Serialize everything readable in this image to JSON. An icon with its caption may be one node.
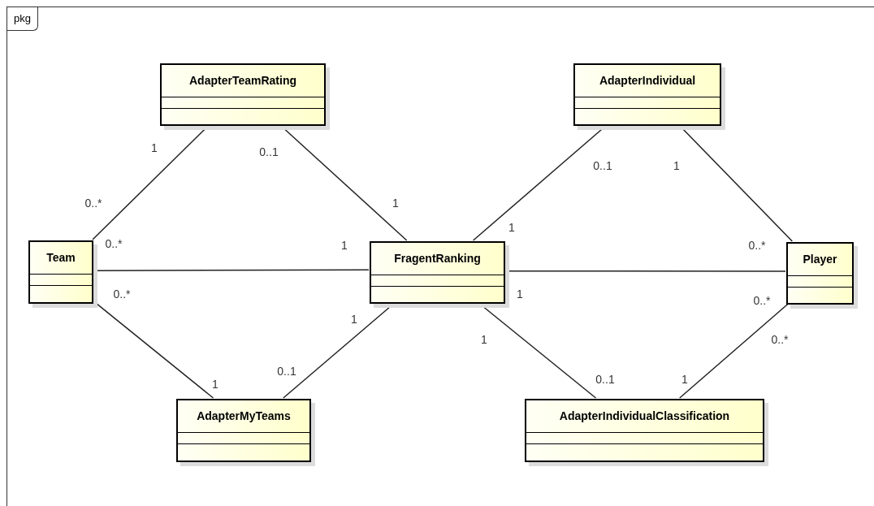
{
  "diagram": {
    "nodes": [
      {
        "text": [
          "pkg"
        ]
      },
      {
        "text": [
          "AdapterTeamRating"
        ],
        "in": 0
      },
      {
        "text": [
          "AdapterIndividual"
        ],
        "in": 0
      },
      {
        "text": [
          "Team"
        ],
        "in": 0
      },
      {
        "text": [
          "FragentRanking"
        ],
        "in": 0
      },
      {
        "text": [
          "Player"
        ],
        "in": 0
      },
      {
        "text": [
          "AdapterMyTeams"
        ],
        "in": 0
      },
      {
        "text": [
          "AdapterIndividualClassification"
        ],
        "in": 0
      }
    ],
    "edges": [
      {
        "from": 3,
        "to": 1,
        "arrow": "none"
      },
      {
        "from": 1,
        "to": 4,
        "arrow": "none"
      },
      {
        "from": 4,
        "to": 2,
        "arrow": "none"
      },
      {
        "from": 2,
        "to": 5,
        "arrow": "none"
      },
      {
        "from": 3,
        "to": 4,
        "arrow": "none"
      },
      {
        "from": 4,
        "to": 5,
        "arrow": "none"
      },
      {
        "from": 3,
        "to": 6,
        "arrow": "none"
      },
      {
        "from": 6,
        "to": 4,
        "arrow": "none"
      },
      {
        "from": 4,
        "to": 7,
        "arrow": "none"
      },
      {
        "from": 7,
        "to": 5,
        "arrow": "none"
      }
    ],
    "labels": [
      "1",
      "0..1",
      "0..1",
      "1",
      "0..*",
      "1",
      "1",
      "0..*",
      "1",
      "0..*",
      "0..*",
      "1",
      "0..*",
      "1",
      "1",
      "0..*",
      "1",
      "0..1",
      "0..1",
      "1"
    ]
  }
}
